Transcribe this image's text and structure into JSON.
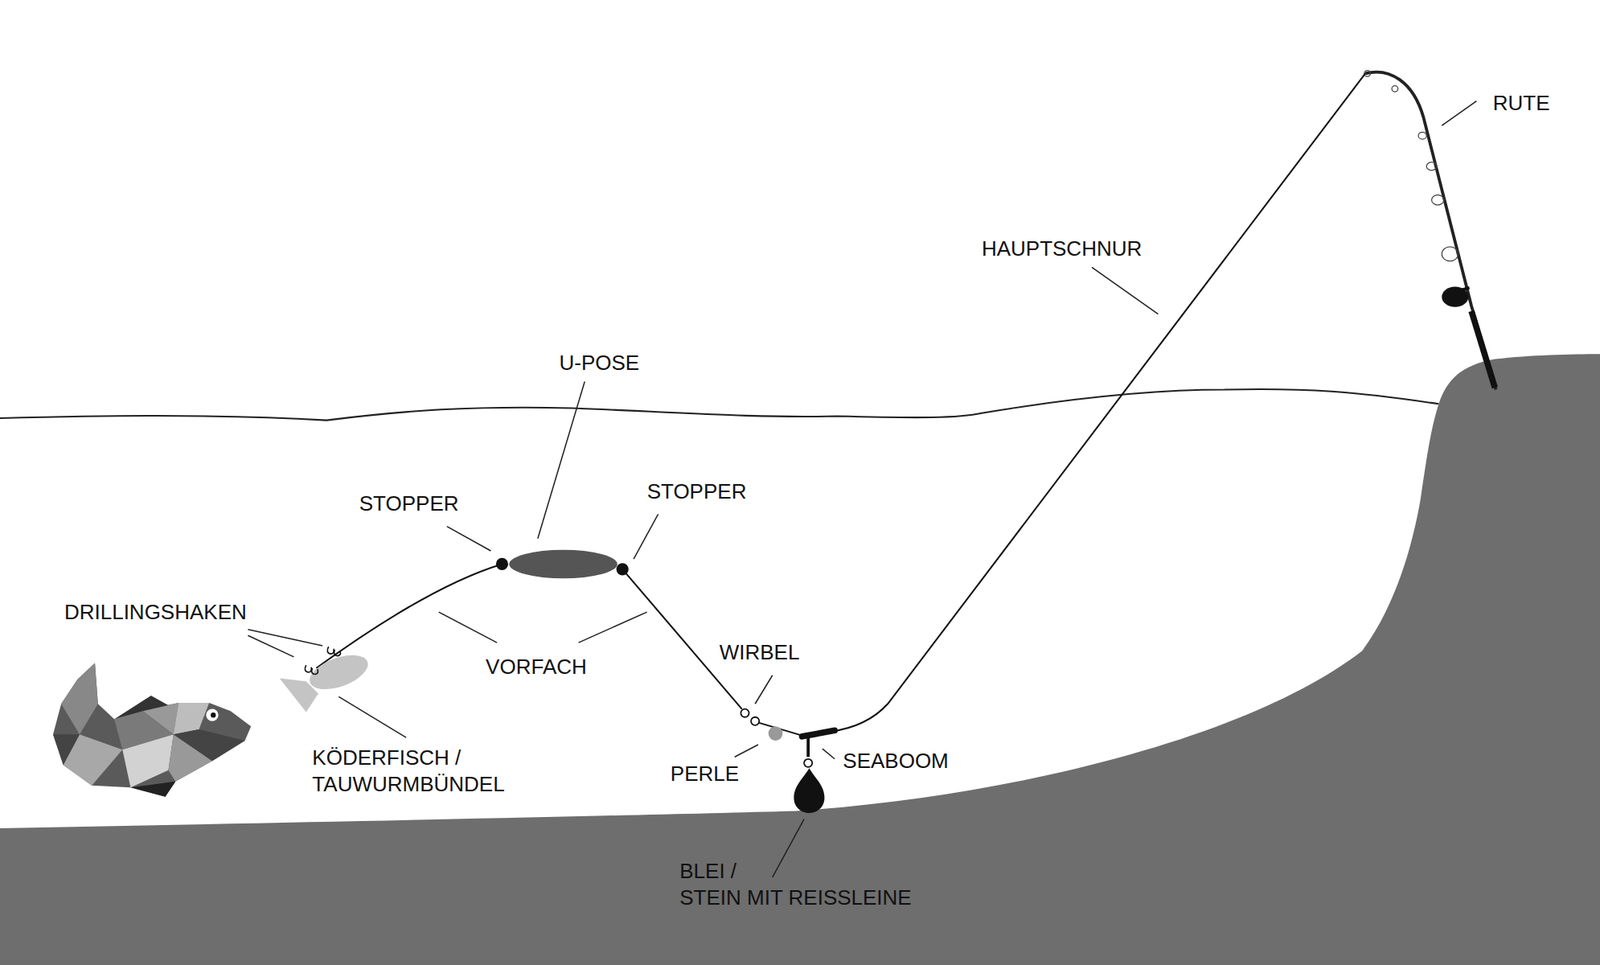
{
  "diagram": {
    "labels": [
      "RUTE",
      "HAUPTSCHNUR",
      "U-POSE",
      "STOPPER",
      "STOPPER",
      "DRILLINGSHAKEN",
      "WIRBEL",
      "VORFACH",
      "KÖDERFISCH / TAUWURMBÜNDEL",
      "PERLE",
      "SEABOOM",
      "BLEI / STEIN MIT REISSLEINE"
    ]
  }
}
